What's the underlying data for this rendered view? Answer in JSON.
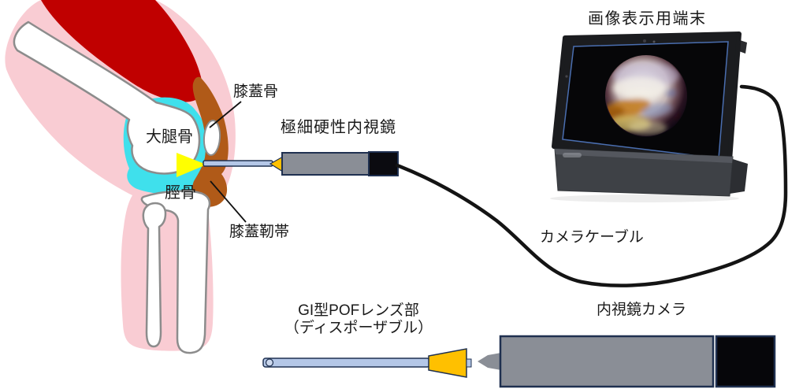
{
  "figure_title": "knee-endoscope-system-diagram",
  "knee": {
    "labels": {
      "patella": "膝蓋骨",
      "femur": "大腿骨",
      "tibia": "脛骨",
      "patellar_ligament": "膝蓋靭帯"
    }
  },
  "endoscope": {
    "label": "極細硬性内視鏡"
  },
  "cable": {
    "label": "カメラケーブル"
  },
  "display": {
    "label": "画像表示用端末"
  },
  "lens": {
    "label_line1": "GI型POFレンズ部",
    "label_line2": "（ディスポーザブル）"
  },
  "camera": {
    "label": "内視鏡カメラ"
  },
  "colors": {
    "skin": "#f9ccd3",
    "muscle": "#c00000",
    "bone": "#ffffff",
    "bone_outline": "#8c8c8c",
    "cartilage": "#3fe0ec",
    "ligament": "#b05a18",
    "light_cone": "#ffff00",
    "device_gray": "#8a8e96",
    "device_outline": "#1f3050",
    "lens_orange": "#ffc000",
    "tube_blue": "#b4c7e7",
    "cable_black": "#141414",
    "screen_border": "#4a6eb0"
  }
}
